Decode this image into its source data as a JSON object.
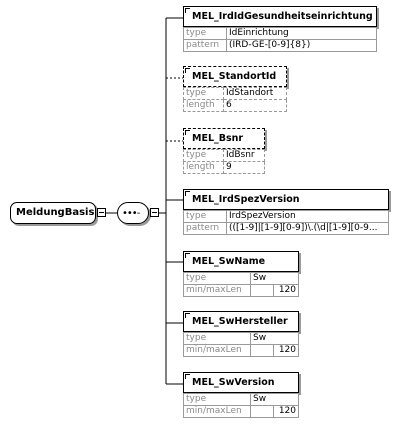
{
  "root": {
    "label": "MeldungBasis"
  },
  "elements": [
    {
      "name": "MEL_IrdIdGesundheitseinrichtung",
      "optional": false,
      "props": [
        {
          "key": "type",
          "value": "IdEinrichtung"
        },
        {
          "key": "pattern",
          "value": "(IRD-GE-[0-9]{8})"
        }
      ]
    },
    {
      "name": "MEL_StandortId",
      "optional": true,
      "props": [
        {
          "key": "type",
          "value": "IdStandort"
        },
        {
          "key": "length",
          "value": "6"
        }
      ]
    },
    {
      "name": "MEL_Bsnr",
      "optional": true,
      "props": [
        {
          "key": "type",
          "value": "IdBsnr"
        },
        {
          "key": "length",
          "value": "9"
        }
      ]
    },
    {
      "name": "MEL_IrdSpezVersion",
      "optional": false,
      "props": [
        {
          "key": "type",
          "value": "IrdSpezVersion"
        },
        {
          "key": "pattern",
          "value": "(([1-9]|[1-9][0-9])\\.(\\d|[1-9][0-9..."
        }
      ]
    },
    {
      "name": "MEL_SwName",
      "optional": false,
      "props": [
        {
          "key": "type",
          "value": "Sw"
        },
        {
          "key": "min/maxLen",
          "value": "",
          "extra": "120"
        }
      ]
    },
    {
      "name": "MEL_SwHersteller",
      "optional": false,
      "props": [
        {
          "key": "type",
          "value": "Sw"
        },
        {
          "key": "min/maxLen",
          "value": "",
          "extra": "120"
        }
      ]
    },
    {
      "name": "MEL_SwVersion",
      "optional": false,
      "props": [
        {
          "key": "type",
          "value": "Sw"
        },
        {
          "key": "min/maxLen",
          "value": "",
          "extra": "120"
        }
      ]
    }
  ]
}
